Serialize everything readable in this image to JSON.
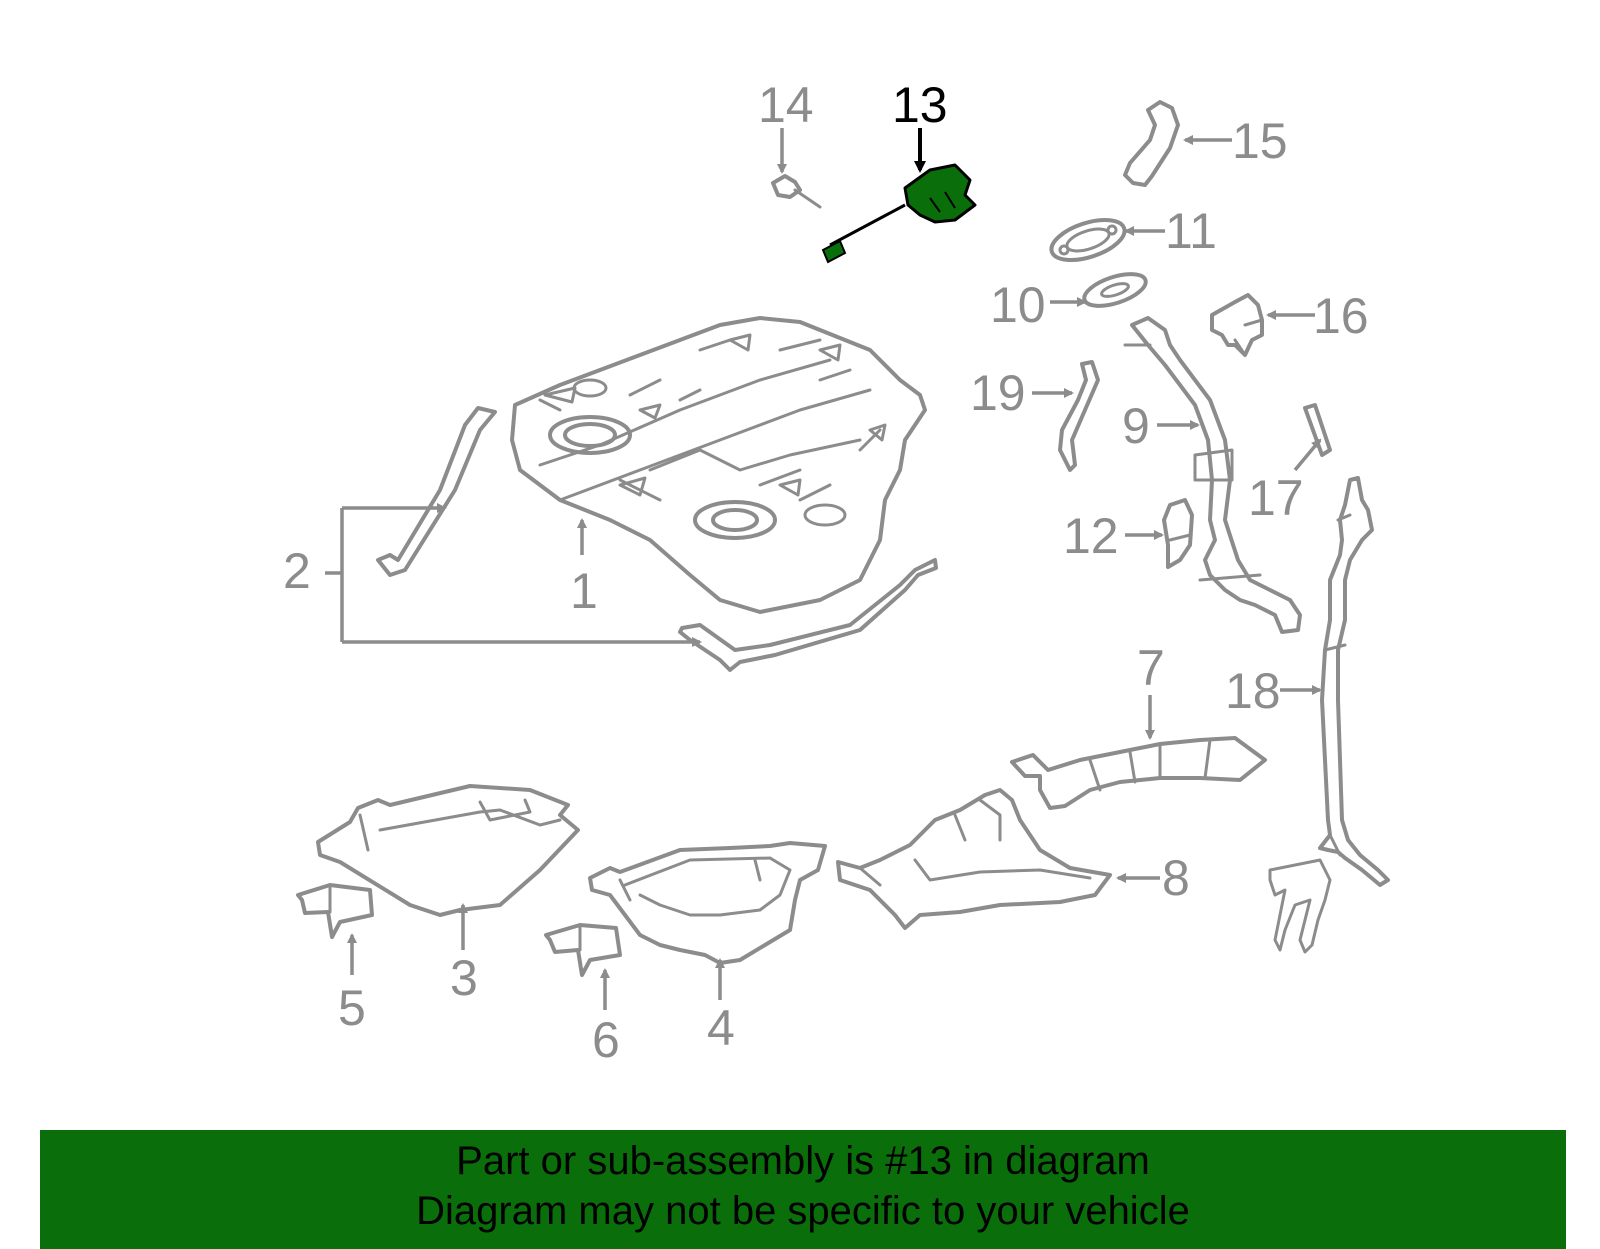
{
  "diagram": {
    "highlight_color": "#0a6f0a",
    "line_color": "#8c8c8c",
    "highlighted_part": "13",
    "callouts": [
      {
        "id": "c1",
        "text": "1"
      },
      {
        "id": "c2",
        "text": "2"
      },
      {
        "id": "c3",
        "text": "3"
      },
      {
        "id": "c4",
        "text": "4"
      },
      {
        "id": "c5",
        "text": "5"
      },
      {
        "id": "c6",
        "text": "6"
      },
      {
        "id": "c7",
        "text": "7"
      },
      {
        "id": "c8",
        "text": "8"
      },
      {
        "id": "c9",
        "text": "9"
      },
      {
        "id": "c10",
        "text": "10"
      },
      {
        "id": "c11",
        "text": "11"
      },
      {
        "id": "c12",
        "text": "12"
      },
      {
        "id": "c13",
        "text": "13"
      },
      {
        "id": "c14",
        "text": "14"
      },
      {
        "id": "c15",
        "text": "15"
      },
      {
        "id": "c16",
        "text": "16"
      },
      {
        "id": "c17",
        "text": "17"
      },
      {
        "id": "c18",
        "text": "18"
      },
      {
        "id": "c19",
        "text": "19"
      }
    ]
  },
  "footer": {
    "background": "#0a6f0a",
    "line1": "Part or sub-assembly is #13 in diagram",
    "line2": "Diagram may not be specific to your vehicle"
  }
}
